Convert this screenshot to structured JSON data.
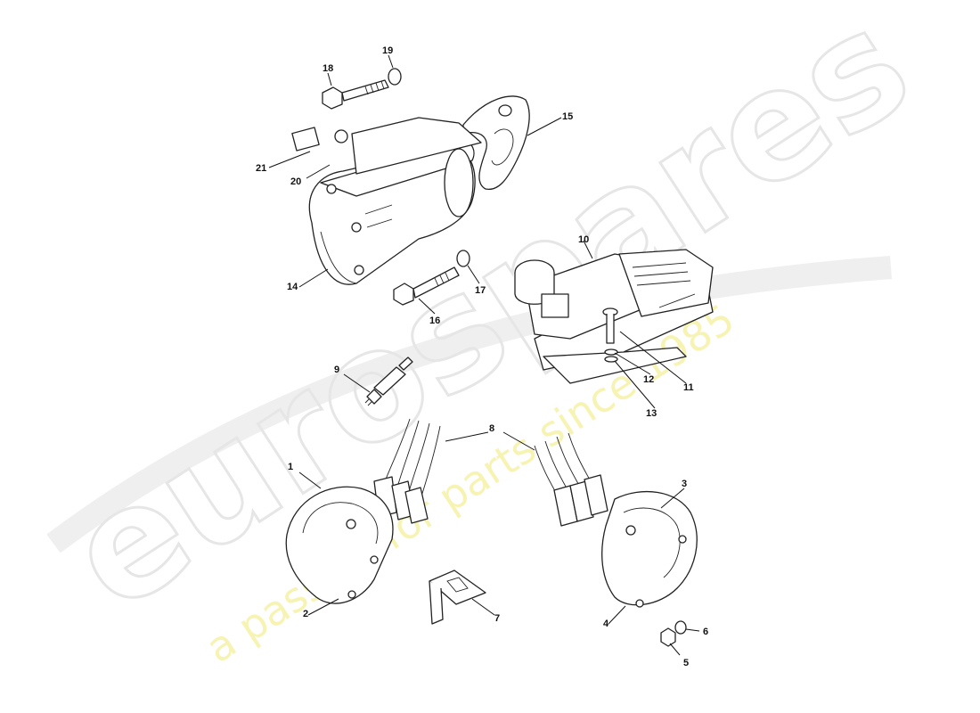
{
  "watermark": {
    "brand": "eurospares",
    "tagline": "a passion for parts since 1985"
  },
  "callouts": [
    "1",
    "2",
    "3",
    "4",
    "5",
    "6",
    "7",
    "8",
    "9",
    "10",
    "11",
    "12",
    "13",
    "14",
    "15",
    "16",
    "17",
    "18",
    "19",
    "20",
    "21"
  ]
}
